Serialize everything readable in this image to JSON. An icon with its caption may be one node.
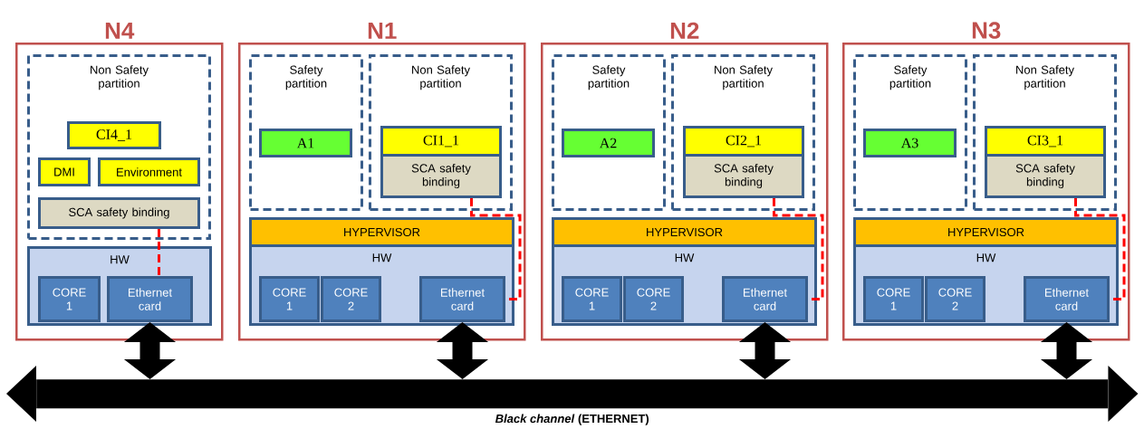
{
  "diagram": {
    "nodes": [
      {
        "text": [
          "N4"
        ]
      },
      {
        "text": [
          "Non Safety partition"
        ],
        "in": 0
      },
      {
        "text": [
          "CI4_1"
        ],
        "in": 1
      },
      {
        "text": [
          "DMI"
        ],
        "in": 1
      },
      {
        "text": [
          "Environment"
        ],
        "in": 1
      },
      {
        "text": [
          "SCA safety binding"
        ],
        "in": 1
      },
      {
        "text": [
          "HW"
        ],
        "in": 0
      },
      {
        "text": [
          "CORE 1"
        ],
        "in": 6
      },
      {
        "text": [
          "Ethernet card"
        ],
        "in": 6
      },
      {
        "text": [
          "N1"
        ]
      },
      {
        "text": [
          "Safety partition"
        ],
        "in": 9
      },
      {
        "text": [
          "A1"
        ],
        "in": 10
      },
      {
        "text": [
          "Non Safety partition"
        ],
        "in": 9
      },
      {
        "text": [
          "CI1_1"
        ],
        "in": 12
      },
      {
        "text": [
          "SCA safety binding"
        ],
        "in": 12
      },
      {
        "text": [
          "HYPERVISOR"
        ],
        "in": 9
      },
      {
        "text": [
          "HW"
        ],
        "in": 9
      },
      {
        "text": [
          "CORE 1"
        ],
        "in": 16
      },
      {
        "text": [
          "CORE 2"
        ],
        "in": 16
      },
      {
        "text": [
          "Ethernet card"
        ],
        "in": 16
      },
      {
        "text": [
          "N2"
        ]
      },
      {
        "text": [
          "Safety partition"
        ],
        "in": 20
      },
      {
        "text": [
          "A2"
        ],
        "in": 21
      },
      {
        "text": [
          "Non Safety partition"
        ],
        "in": 20
      },
      {
        "text": [
          "CI2_1"
        ],
        "in": 23
      },
      {
        "text": [
          "SCA safety binding"
        ],
        "in": 23
      },
      {
        "text": [
          "HYPERVISOR"
        ],
        "in": 20
      },
      {
        "text": [
          "HW"
        ],
        "in": 20
      },
      {
        "text": [
          "CORE 1"
        ],
        "in": 27
      },
      {
        "text": [
          "CORE 2"
        ],
        "in": 27
      },
      {
        "text": [
          "Ethernet card"
        ],
        "in": 27
      },
      {
        "text": [
          "N3"
        ]
      },
      {
        "text": [
          "Safety partition"
        ],
        "in": 31
      },
      {
        "text": [
          "A3"
        ],
        "in": 32
      },
      {
        "text": [
          "Non Safety partition"
        ],
        "in": 31
      },
      {
        "text": [
          "CI3_1"
        ],
        "in": 34
      },
      {
        "text": [
          "SCA safety binding"
        ],
        "in": 34
      },
      {
        "text": [
          "HYPERVISOR"
        ],
        "in": 31
      },
      {
        "text": [
          "HW"
        ],
        "in": 31
      },
      {
        "text": [
          "CORE 1"
        ],
        "in": 38
      },
      {
        "text": [
          "CORE 2"
        ],
        "in": 38
      },
      {
        "text": [
          "Ethernet card"
        ],
        "in": 38
      },
      {
        "text": [
          "*Black channel* (ETHERNET)"
        ]
      }
    ],
    "edges": [
      {
        "from": 5,
        "to": 8,
        "arrow": "none",
        "style": "dashed",
        "color": "#ff0000"
      },
      {
        "from": 8,
        "to": 42,
        "arrow": "both",
        "style": "thick",
        "color": "#000000"
      },
      {
        "from": 14,
        "to": 19,
        "arrow": "none",
        "style": "dashed",
        "color": "#ff0000"
      },
      {
        "from": 19,
        "to": 42,
        "arrow": "both",
        "style": "thick",
        "color": "#000000"
      },
      {
        "from": 25,
        "to": 30,
        "arrow": "none",
        "style": "dashed",
        "color": "#ff0000"
      },
      {
        "from": 30,
        "to": 42,
        "arrow": "both",
        "style": "thick",
        "color": "#000000"
      },
      {
        "from": 36,
        "to": 41,
        "arrow": "none",
        "style": "dashed",
        "color": "#ff0000"
      },
      {
        "from": 41,
        "to": 42,
        "arrow": "both",
        "style": "thick",
        "color": "#000000"
      }
    ]
  }
}
